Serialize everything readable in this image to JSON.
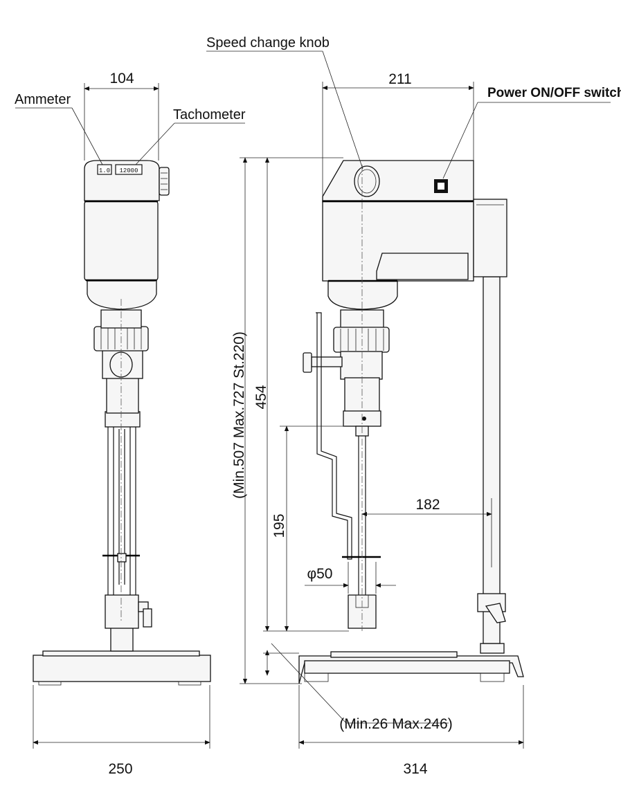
{
  "labels": {
    "ammeter": "Ammeter",
    "tachometer": "Tachometer",
    "speed_knob": "Speed change knob",
    "power_switch": "Power ON/OFF switch"
  },
  "display": {
    "ammeter_value": "1.0",
    "tacho_value": "12000"
  },
  "dimensions": {
    "front_width": "104",
    "head_width": "211",
    "overall_height": "454",
    "height_range": "(Min.507 Max.727 St.220)",
    "depth": "195",
    "reach": "182",
    "diameter": "φ50",
    "clearance_range": "(Min.26 Max.246)",
    "base_front": "250",
    "base_side": "314"
  }
}
